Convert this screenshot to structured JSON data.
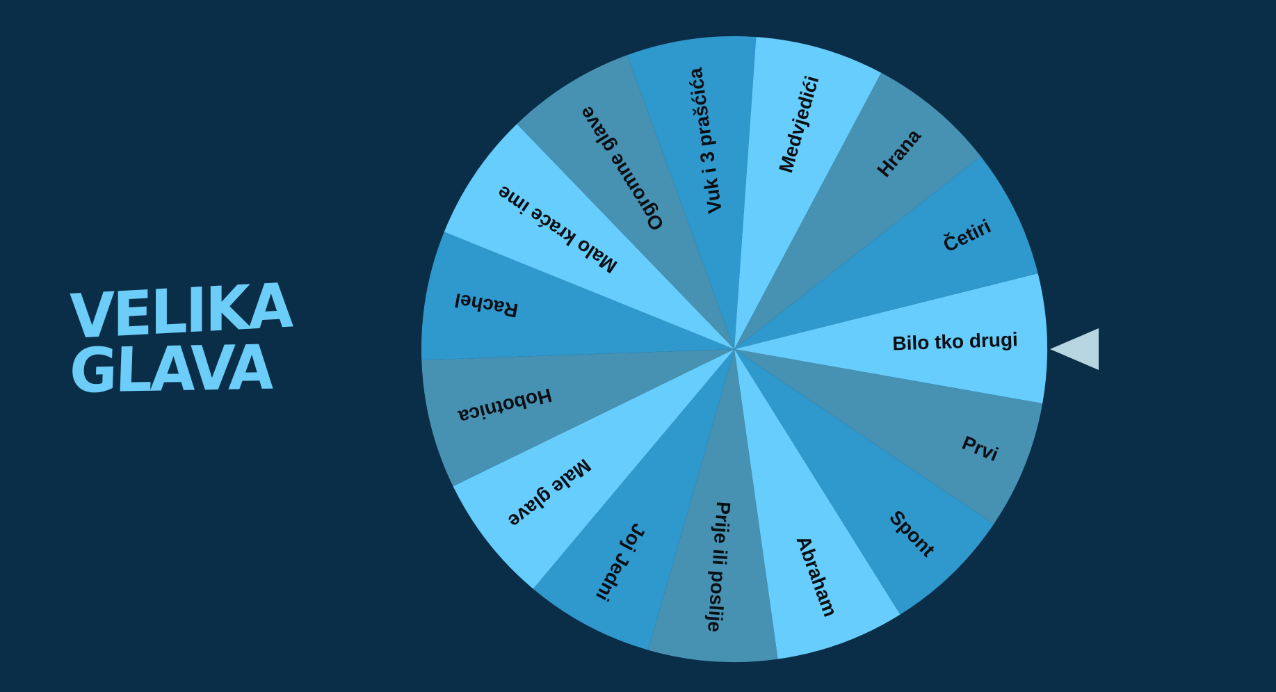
{
  "logo": {
    "line1": "VELIKA",
    "line2": "GLAVA"
  },
  "colors": {
    "background": "#0a2e47",
    "logo": "#6ccdf8",
    "pointer": "#b8d6e2",
    "text": "#0a0f14"
  },
  "wheel": {
    "segments": [
      {
        "label": "Bilo tko drugi",
        "color": "#66cdfd"
      },
      {
        "label": "Prvi",
        "color": "#4791b3"
      },
      {
        "label": "Spont",
        "color": "#2f98cc"
      },
      {
        "label": "Abraham",
        "color": "#66cdfd"
      },
      {
        "label": "Prije ili poslije",
        "color": "#4791b3"
      },
      {
        "label": "Joj Jedni",
        "color": "#2f98cc"
      },
      {
        "label": "Male glave",
        "color": "#66cdfd"
      },
      {
        "label": "Hobotnica",
        "color": "#4791b3"
      },
      {
        "label": "Rachel",
        "color": "#2f98cc"
      },
      {
        "label": "Malo kraće ime",
        "color": "#66cdfd"
      },
      {
        "label": "Ogromne glave",
        "color": "#4791b3"
      },
      {
        "label": "Vuk i 3 prašćića",
        "color": "#2f98cc"
      },
      {
        "label": "Medvjedići",
        "color": "#66cdfd"
      },
      {
        "label": "Hrana",
        "color": "#4791b3"
      },
      {
        "label": "Četiri",
        "color": "#2f98cc"
      }
    ]
  }
}
